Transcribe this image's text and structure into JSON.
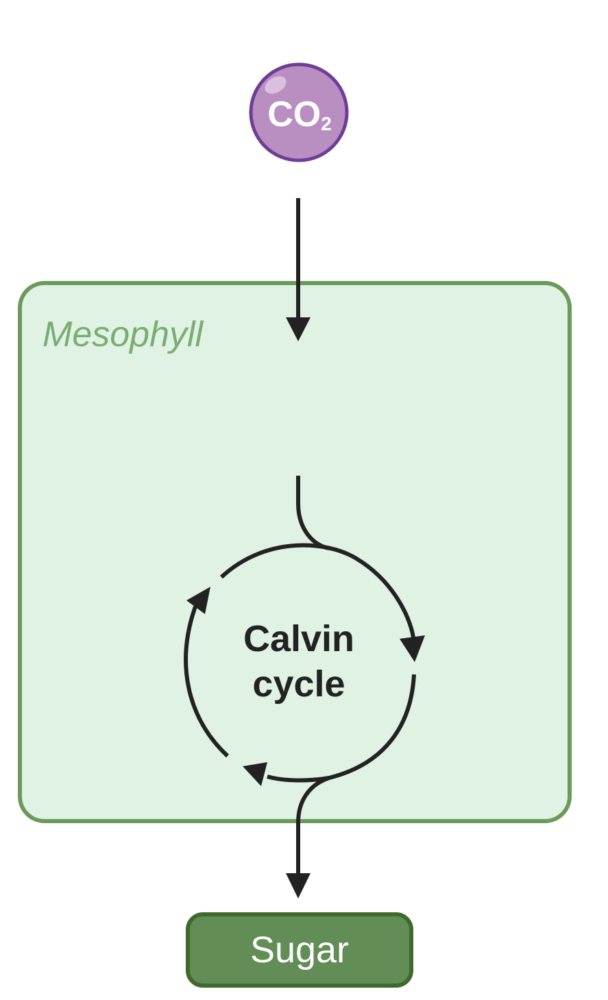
{
  "molecule": {
    "main": "CO",
    "subscript": "2"
  },
  "region": {
    "label": "Mesophyll"
  },
  "cycle": {
    "line1": "Calvin",
    "line2": "cycle"
  },
  "output": {
    "label": "Sugar"
  },
  "colors": {
    "molecule_fill": "#b98fc2",
    "molecule_stroke": "#6e3d96",
    "region_fill": "#e0f2e3",
    "region_stroke": "#6b9a5b",
    "region_text": "#7aad72",
    "output_fill": "#628d56",
    "output_stroke": "#3f6a2c",
    "arrow": "#222222"
  }
}
